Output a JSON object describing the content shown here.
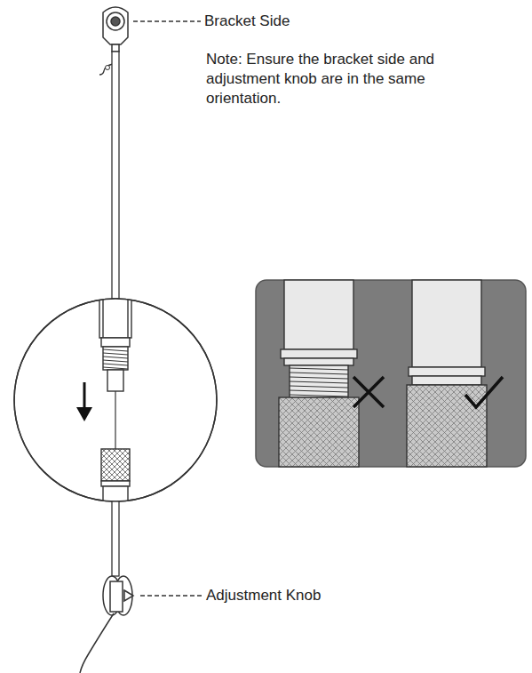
{
  "diagram": {
    "labels": [
      "Bracket Side",
      "Note: Ensure the bracket side and adjustment knob are in the same orientation.",
      "Adjustment Knob"
    ]
  }
}
